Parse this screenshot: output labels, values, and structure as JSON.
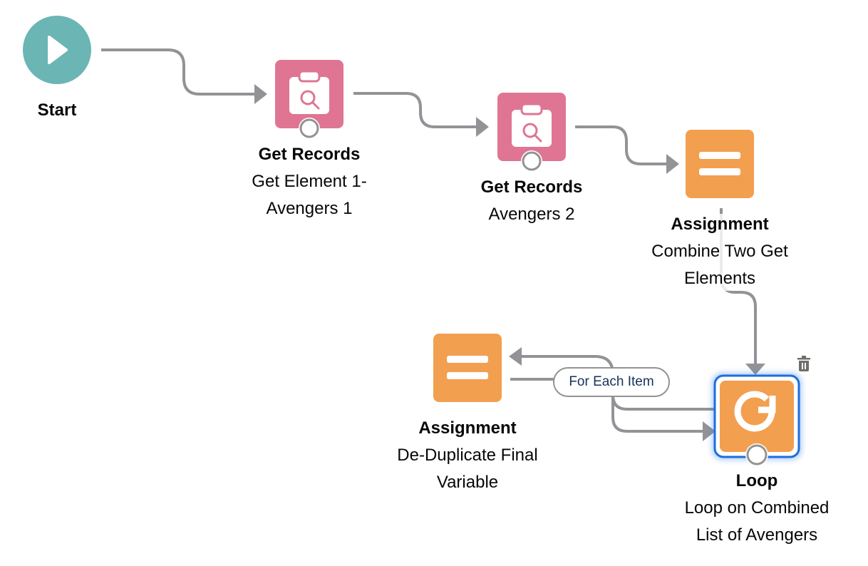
{
  "canvas": {
    "colors": {
      "start": "#6bb5b5",
      "get_records": "#df7593",
      "assignment": "#f29f50",
      "loop": "#f29f50",
      "connector": "#939397",
      "selection": "#1b6ee0",
      "pill_text": "#16325c"
    }
  },
  "nodes": [
    {
      "id": "start",
      "type_label": "Start",
      "name": "",
      "icon": "play-icon"
    },
    {
      "id": "get1",
      "type_label": "Get Records",
      "name_lines": [
        "Get Element 1-",
        "Avengers 1"
      ],
      "icon": "clipboard-search-icon"
    },
    {
      "id": "get2",
      "type_label": "Get Records",
      "name_lines": [
        "Avengers 2"
      ],
      "icon": "clipboard-search-icon"
    },
    {
      "id": "assign1",
      "type_label": "Assignment",
      "name_lines": [
        "Combine Two Get",
        "Elements"
      ],
      "icon": "equals-icon"
    },
    {
      "id": "assign2",
      "type_label": "Assignment",
      "name_lines": [
        "De-Duplicate Final",
        "Variable"
      ],
      "icon": "equals-icon"
    },
    {
      "id": "loop",
      "type_label": "Loop",
      "name_lines": [
        "Loop on Combined",
        "List of Avengers"
      ],
      "icon": "loop-icon",
      "selected": true
    }
  ],
  "connectors": {
    "loop_label": "For Each Item"
  },
  "actions": {
    "delete_icon": "trash-icon"
  }
}
